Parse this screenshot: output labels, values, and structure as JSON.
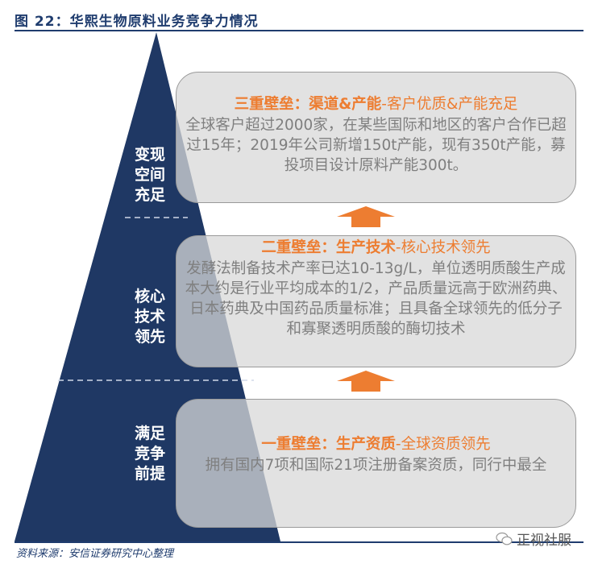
{
  "figure": {
    "title": "图 22：华熙生物原料业务竞争力情况"
  },
  "pyramid": {
    "color": "#1f3864",
    "levels": [
      {
        "label_lines": [
          "变现",
          "空间",
          "充足"
        ]
      },
      {
        "label_lines": [
          "核心",
          "技术",
          "领先"
        ]
      },
      {
        "label_lines": [
          "满足",
          "竞争",
          "前提"
        ]
      }
    ]
  },
  "barriers": [
    {
      "title_bold": "三重壁垒：渠道&产能",
      "title_rest": "-客户优质&产能充足",
      "body": "全球客户超过2000家，在某些国际和地区的客户合作已超过15年；2019年公司新增150t产能，现有350t产能，募投项目设计原料产能300t。"
    },
    {
      "title_bold": "二重壁垒：生产技术",
      "title_rest": "-核心技术领先",
      "body": "发酵法制备技术产率已达10-13g/L，单位透明质酸生产成本大约是行业平均成本的1/2，产品质量远高于欧洲药典、日本药典及中国药品质量标准；且具备全球领先的低分子和寡聚透明质酸的酶切技术"
    },
    {
      "title_bold": "一重壁垒：生产资质",
      "title_rest": "-全球资质领先",
      "body": "拥有国内7项和国际21项注册备案资质，同行中最全"
    }
  ],
  "arrows": {
    "color": "#ed7d31",
    "direction": "up",
    "count": 2
  },
  "colors": {
    "accent": "#ed7d31",
    "navy": "#1f3864",
    "body_text": "#7f7f7f",
    "box_fill": "#d9d9d9"
  },
  "footer": {
    "source": "资料来源：安信证券研究中心整理",
    "watermark": "正视社服"
  }
}
